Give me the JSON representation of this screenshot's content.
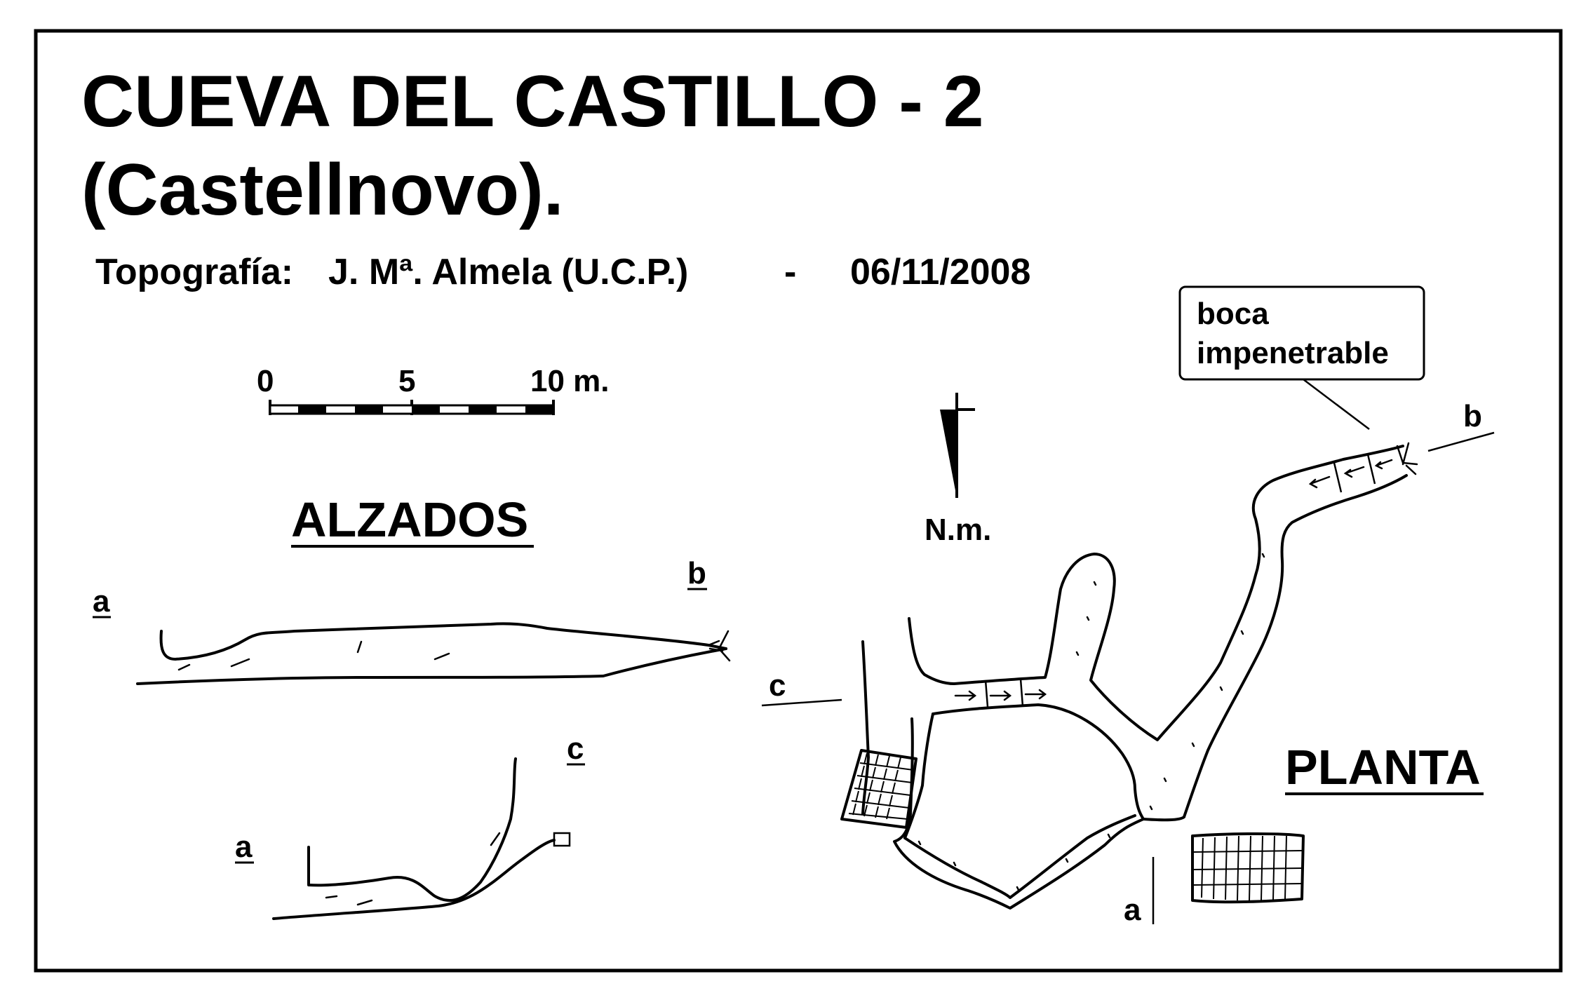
{
  "title": {
    "line1": "CUEVA  DEL  CASTILLO - 2",
    "line2": "(Castellnovo)."
  },
  "survey": {
    "label": "Topografía:",
    "author": "J. Mª. Almela  (U.C.P.)",
    "separator": "-",
    "date": "06/11/2008"
  },
  "scale": {
    "tick0": "0",
    "tick5": "5",
    "tick10": "10 m."
  },
  "north": {
    "label": "N.m."
  },
  "elevations": {
    "header": "ALZADOS",
    "section_ab": {
      "start": "a",
      "end": "b"
    },
    "section_ac": {
      "start": "a",
      "end": "c"
    }
  },
  "plan": {
    "header": "PLANTA",
    "point_a": "a",
    "point_b": "b",
    "point_c": "c",
    "callout_line1": "boca",
    "callout_line2": "impenetrable"
  }
}
